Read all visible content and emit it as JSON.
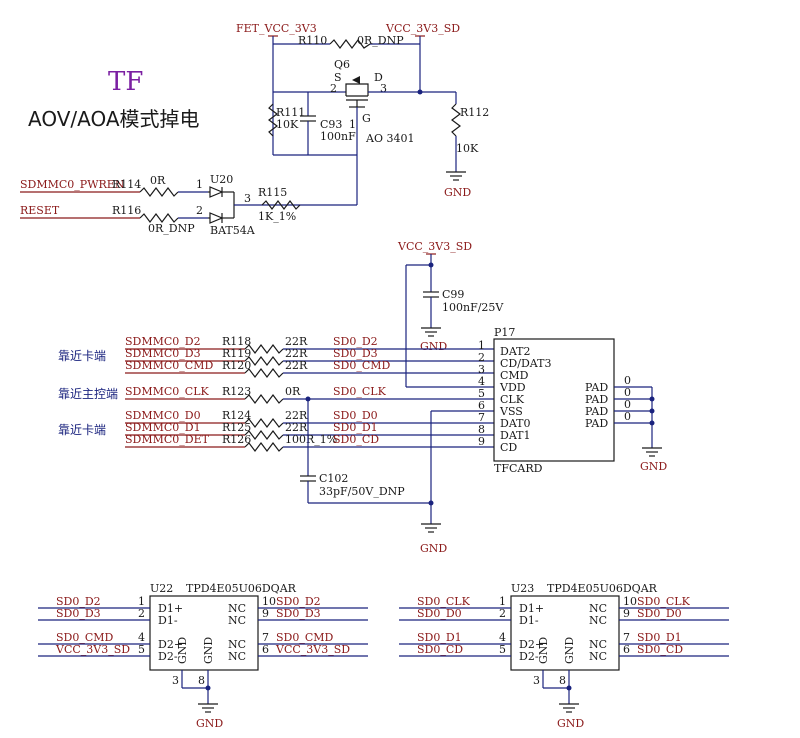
{
  "title": "TF",
  "subtitle": "AOV/AOA模式掉电",
  "power": {
    "fet": "FET_VCC_3V3",
    "vcc_sd": "VCC_3V3_SD",
    "vcc_sd2": "VCC_3V3_SD",
    "gnd_labels": [
      "GND",
      "GND",
      "GND",
      "GND",
      "GND",
      "GND"
    ]
  },
  "q6": {
    "ref": "Q6",
    "part": "AO 3401",
    "s": "S",
    "d": "D",
    "g": "G",
    "pin2": "2",
    "pin3": "3",
    "pin1": "1"
  },
  "r110": {
    "ref": "R110",
    "value": "0R_DNP"
  },
  "r111": {
    "ref": "R111",
    "value": "10K"
  },
  "c93": {
    "ref": "C93",
    "value": "100nF"
  },
  "r112": {
    "ref": "R112",
    "value": "10K"
  },
  "u20": {
    "ref": "U20",
    "part": "BAT54A",
    "pin1": "1",
    "pin2": "2",
    "pin3": "3"
  },
  "r114": {
    "ref": "R114",
    "value": "0R",
    "net": "SDMMC0_PWREN"
  },
  "r116": {
    "ref": "R116",
    "value": "0R_DNP",
    "net": "RESET"
  },
  "r115": {
    "ref": "R115",
    "value": "1K_1%"
  },
  "c99": {
    "ref": "C99",
    "value": "100nF/25V"
  },
  "c102": {
    "ref": "C102",
    "value": "33pF/50V_DNP"
  },
  "notes": [
    "靠近卡端",
    "靠近主控端",
    "靠近卡端"
  ],
  "p17": {
    "ref": "P17",
    "part": "TFCARD",
    "pins": [
      {
        "num": "1",
        "name": "DAT2"
      },
      {
        "num": "2",
        "name": "CD/DAT3"
      },
      {
        "num": "3",
        "name": "CMD"
      },
      {
        "num": "4",
        "name": "VDD"
      },
      {
        "num": "5",
        "name": "CLK"
      },
      {
        "num": "6",
        "name": "VSS"
      },
      {
        "num": "7",
        "name": "DAT0"
      },
      {
        "num": "8",
        "name": "DAT1"
      },
      {
        "num": "9",
        "name": "CD"
      }
    ],
    "pads": [
      "PAD",
      "PAD",
      "PAD",
      "PAD"
    ],
    "pad_nums": [
      "0",
      "0",
      "0",
      "0"
    ]
  },
  "sd_rows": [
    {
      "net": "SDMMC0_D2",
      "ref": "R118",
      "value": "22R",
      "out": "SD0_D2"
    },
    {
      "net": "SDMMC0_D3",
      "ref": "R119",
      "value": "22R",
      "out": "SD0_D3"
    },
    {
      "net": "SDMMC0_CMD",
      "ref": "R120",
      "value": "22R",
      "out": "SD0_CMD"
    },
    {
      "net": "SDMMC0_CLK",
      "ref": "R123",
      "value": "0R",
      "out": "SD0_CLK"
    },
    {
      "net": "SDMMC0_D0",
      "ref": "R124",
      "value": "22R",
      "out": "SD0_D0"
    },
    {
      "net": "SDMMC0_D1",
      "ref": "R125",
      "value": "22R",
      "out": "SD0_D1"
    },
    {
      "net": "SDMMC0_DET",
      "ref": "R126",
      "value": "100R_1%",
      "out": "SD0_CD"
    }
  ],
  "u22": {
    "ref": "U22",
    "part": "TPD4E05U06DQAR",
    "left_pins": [
      {
        "net": "SD0_D2",
        "num": "1",
        "name": "D1+"
      },
      {
        "net": "SD0_D3",
        "num": "2",
        "name": "D1-"
      },
      {
        "net": "SD0_CMD",
        "num": "4",
        "name": "D2+"
      },
      {
        "net": "VCC_3V3_SD",
        "num": "5",
        "name": "D2-"
      }
    ],
    "right_pins": [
      {
        "net": "SD0_D2",
        "num": "10",
        "name": "NC"
      },
      {
        "net": "SD0_D3",
        "num": "9",
        "name": "NC"
      },
      {
        "net": "SD0_CMD",
        "num": "7",
        "name": "NC"
      },
      {
        "net": "VCC_3V3_SD",
        "num": "6",
        "name": "NC"
      }
    ],
    "gnd_pins": [
      "3",
      "8"
    ],
    "gnd_names": [
      "GND",
      "GND"
    ]
  },
  "u23": {
    "ref": "U23",
    "part": "TPD4E05U06DQAR",
    "left_pins": [
      {
        "net": "SD0_CLK",
        "num": "1",
        "name": "D1+"
      },
      {
        "net": "SD0_D0",
        "num": "2",
        "name": "D1-"
      },
      {
        "net": "SD0_D1",
        "num": "4",
        "name": "D2+"
      },
      {
        "net": "SD0_CD",
        "num": "5",
        "name": "D2-"
      }
    ],
    "right_pins": [
      {
        "net": "SD0_CLK",
        "num": "10",
        "name": "NC"
      },
      {
        "net": "SD0_D0",
        "num": "9",
        "name": "NC"
      },
      {
        "net": "SD0_D1",
        "num": "7",
        "name": "NC"
      },
      {
        "net": "SD0_CD",
        "num": "6",
        "name": "NC"
      }
    ],
    "gnd_pins": [
      "3",
      "8"
    ],
    "gnd_names": [
      "GND",
      "GND"
    ]
  }
}
